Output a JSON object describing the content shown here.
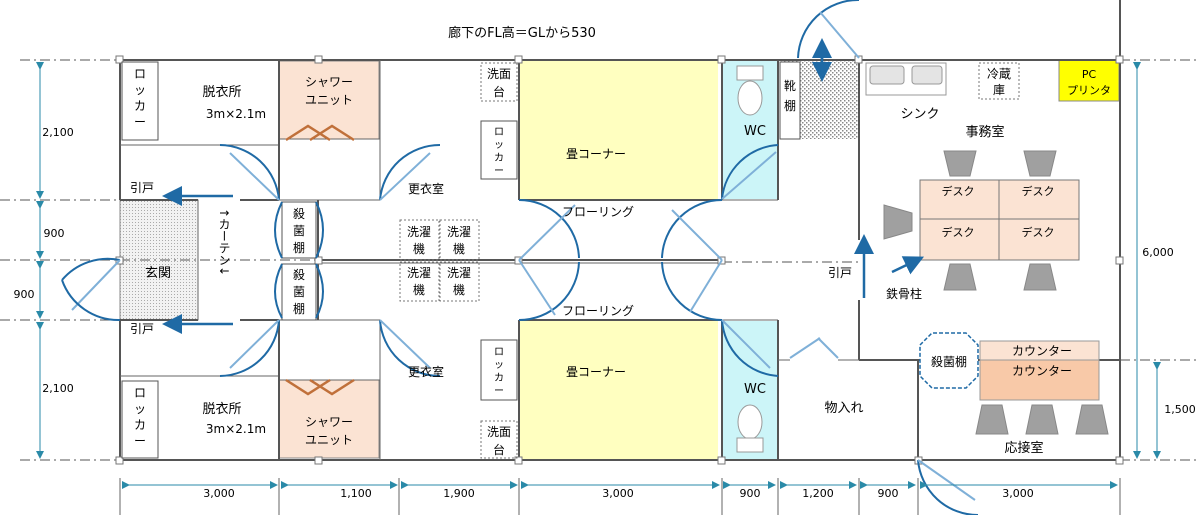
{
  "title": "廊下のFL高＝GLから530",
  "rooms": {
    "locker": "ロッカー",
    "locker_v": [
      "ロ",
      "ッ",
      "カ",
      "ー"
    ],
    "dressing": "脱衣所",
    "dressing_size": "3m×2.1m",
    "shower": [
      "シャワー",
      "ユニット"
    ],
    "washbasin": [
      "洗面",
      "台"
    ],
    "changing": "更衣室",
    "tatami": "畳コーナー",
    "flooring": "フローリング",
    "wc": "WC",
    "shoe": [
      "靴",
      "棚"
    ],
    "sink": "シンク",
    "fridge": [
      "冷蔵",
      "庫"
    ],
    "pc": [
      "PC",
      "プリンタ"
    ],
    "office": "事務室",
    "desk": "デスク",
    "entrance": "玄関",
    "curtain": "↑カーテン↓",
    "steri": [
      "殺",
      "菌",
      "棚"
    ],
    "washer": [
      "洗濯",
      "機"
    ],
    "sliding": "引戸",
    "pillar": "鉄骨柱",
    "steri_h": "殺菌棚",
    "counter": "カウンター",
    "storage": "物入れ",
    "reception": "応接室"
  },
  "dims": {
    "left": [
      "2,100",
      "900",
      "900",
      "2,100"
    ],
    "right": [
      "6,000",
      "1,500"
    ],
    "bottom": [
      "3,000",
      "1,100",
      "1,900",
      "3,000",
      "900",
      "1,200",
      "900",
      "3,000"
    ]
  },
  "colors": {
    "tatami": "#ffffc0",
    "wc": "#ccf5f8",
    "shower": "#fbe3d3",
    "desk": "#fbe3d3",
    "counter_dark": "#f8c9a8",
    "pc": "#ffff00",
    "dim": "#2a8aa8",
    "door": "#1f6aa5"
  }
}
